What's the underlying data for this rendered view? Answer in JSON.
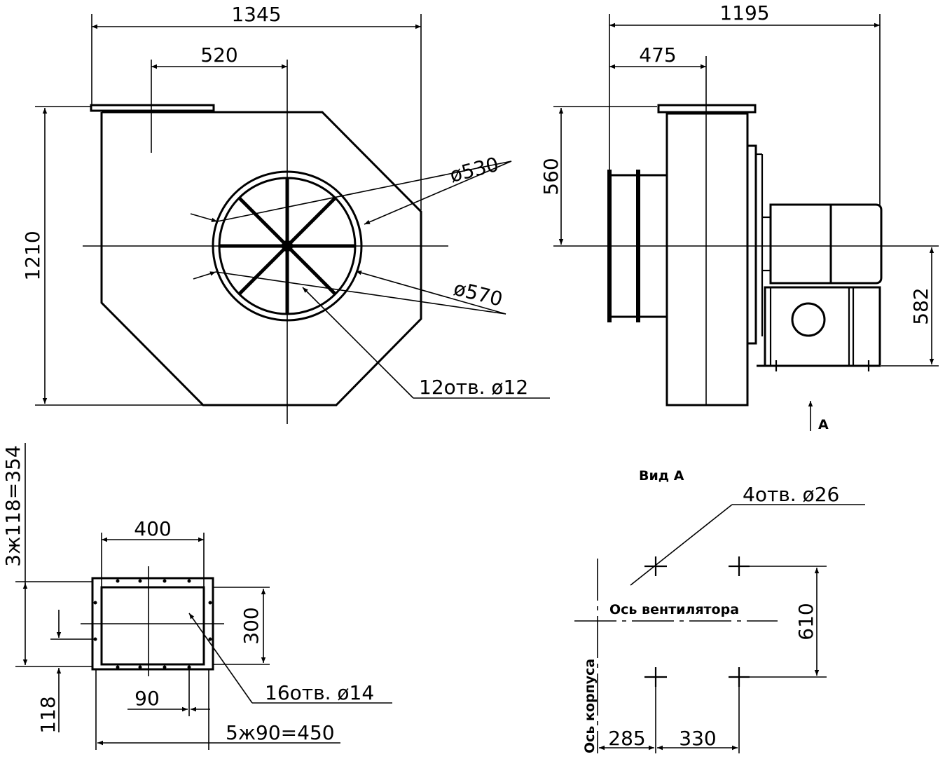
{
  "front_view": {
    "width_total": "1345",
    "outlet_offset": "520",
    "height_total": "1210",
    "inlet_diameter_inner": "ø530",
    "inlet_diameter_outer": "ø570",
    "inlet_holes": "12отв. ø12"
  },
  "side_view": {
    "width_total": "1195",
    "inlet_depth": "475",
    "outlet_height": "560",
    "axis_height": "582",
    "view_arrow": "А"
  },
  "outlet_flange": {
    "width": "400",
    "height": "300",
    "vertical_pitch": "3ж118=354",
    "vertical_step": "118",
    "horizontal_step": "90",
    "horizontal_pitch": "5ж90=450",
    "holes": "16отв. ø14"
  },
  "view_a": {
    "title": "Вид А",
    "holes": "4отв. ø26",
    "fan_axis": "Ось вентилятора",
    "body_axis": "Ось корпуса",
    "span_vertical": "610",
    "offset_285": "285",
    "offset_330": "330"
  }
}
